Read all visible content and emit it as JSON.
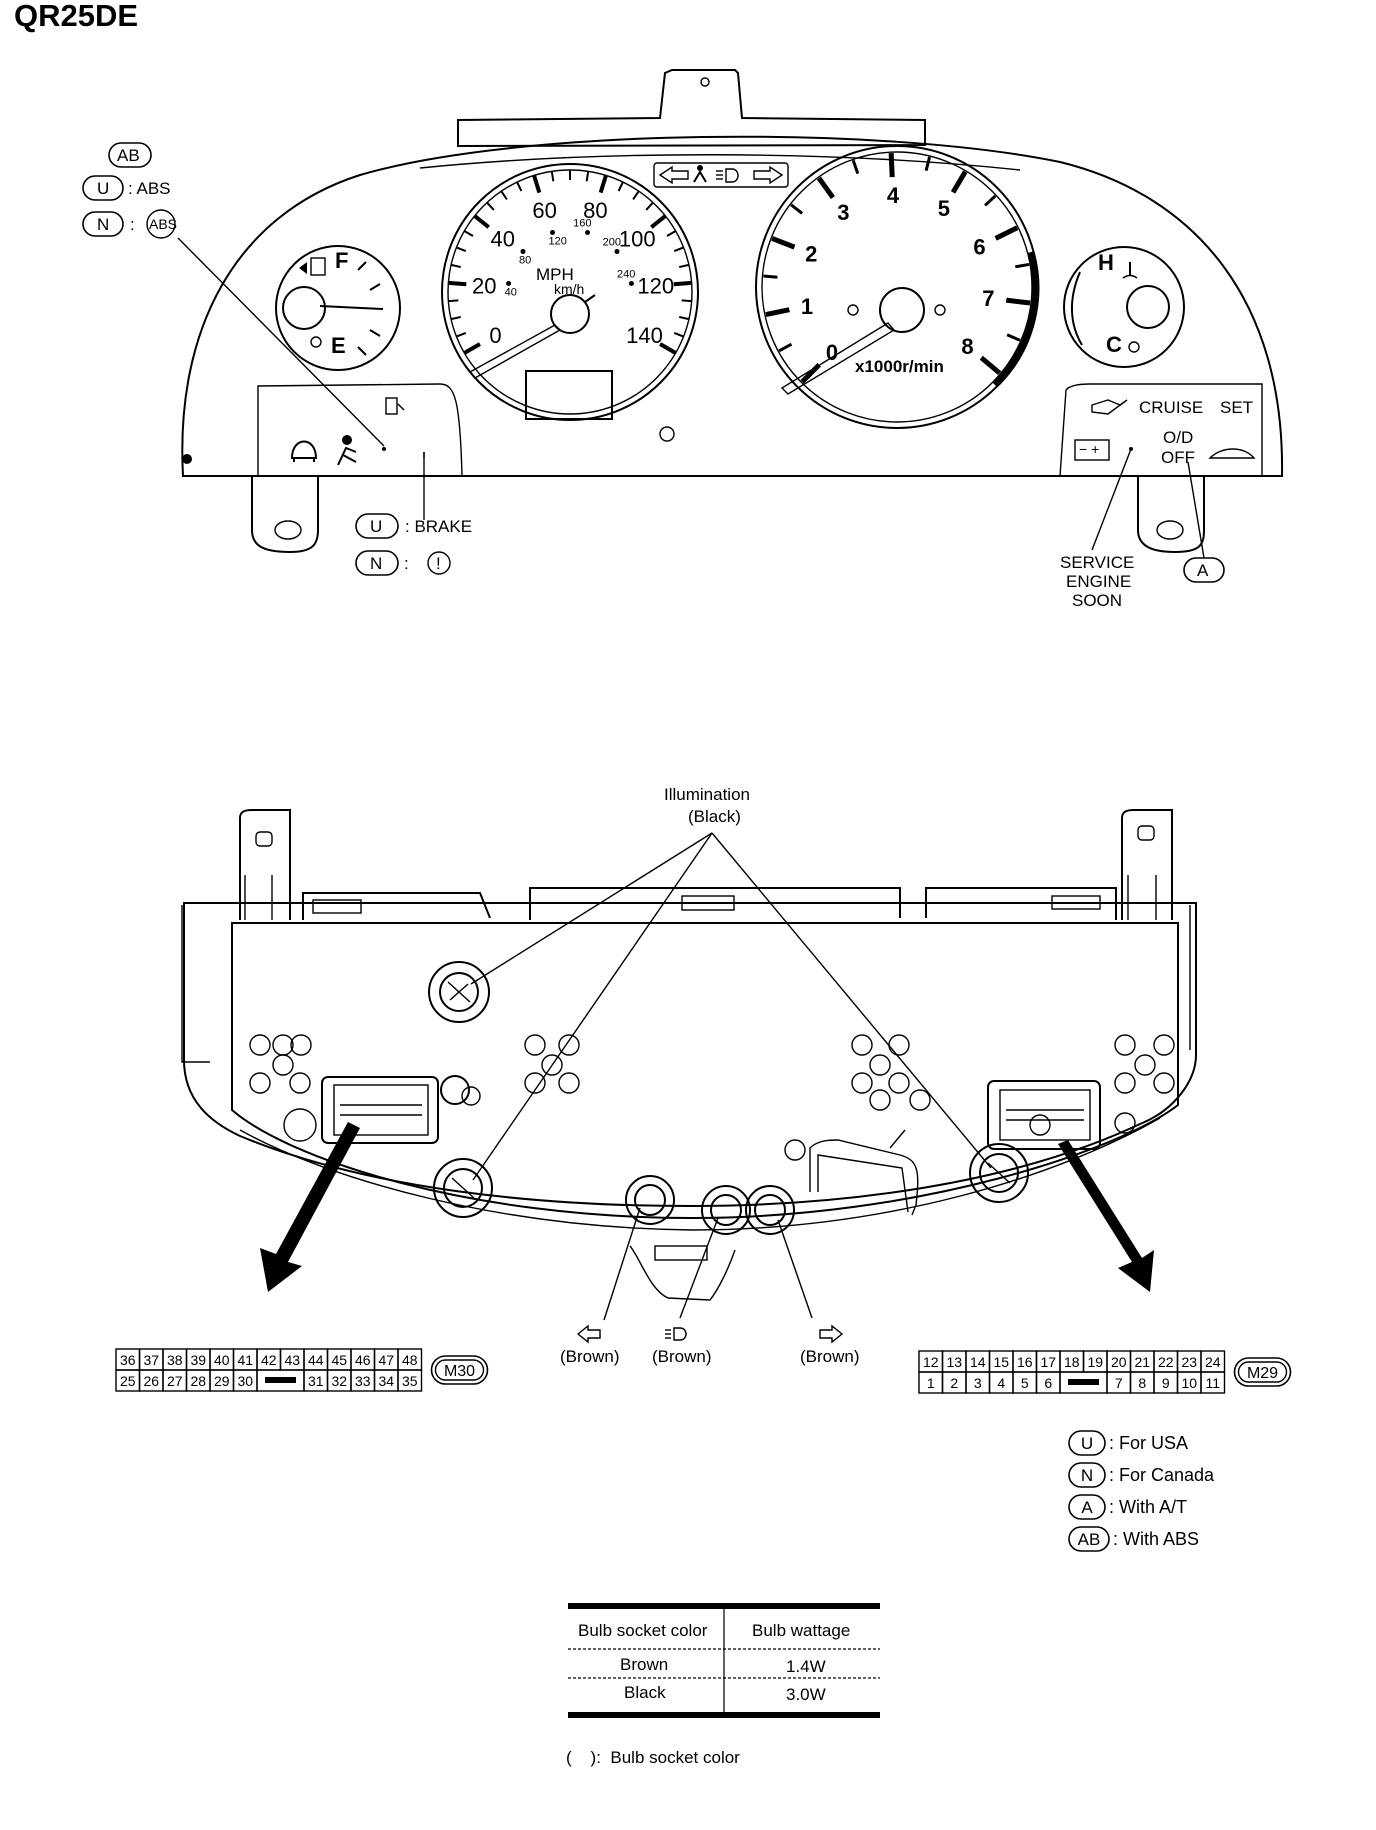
{
  "title": "QR25DE",
  "cluster": {
    "callouts": {
      "ab": "AB",
      "u_abs_code": "U",
      "u_abs_text": ": ABS",
      "n_abs_code": "N",
      "n_abs_text": ":",
      "n_abs_symbol": "ABS",
      "u_brake_code": "U",
      "u_brake_text": ": BRAKE",
      "n_brake_code": "N",
      "n_brake_text": ":",
      "n_brake_symbol": "!",
      "service_line1": "SERVICE",
      "service_line2": "ENGINE",
      "service_line3": "SOON",
      "a_code": "A"
    },
    "fuel": {
      "full": "F",
      "empty": "E"
    },
    "temp": {
      "hot": "H",
      "cold": "C"
    },
    "speedo": {
      "unit": "MPH",
      "sub_unit": "km/h",
      "mph_ticks": [
        "0",
        "20",
        "40",
        "60",
        "80",
        "100",
        "120",
        "140"
      ],
      "kmh_ticks": [
        "40",
        "80",
        "120",
        "160",
        "200",
        "240"
      ]
    },
    "tacho": {
      "ticks": [
        "0",
        "1",
        "2",
        "3",
        "4",
        "5",
        "6",
        "7",
        "8"
      ],
      "unit": "x1000r/min"
    },
    "indicators": {
      "cruise": "CRUISE",
      "set": "SET",
      "od_line1": "O/D",
      "od_line2": "OFF"
    }
  },
  "back": {
    "illumination": "Illumination",
    "illumination_color": "(Black)",
    "brown_left": "(Brown)",
    "brown_mid": "(Brown)",
    "brown_right": "(Brown)"
  },
  "connectors": {
    "m30": {
      "name": "M30",
      "top": [
        "36",
        "37",
        "38",
        "39",
        "40",
        "41",
        "42",
        "43",
        "44",
        "45",
        "46",
        "47",
        "48"
      ],
      "bottom": [
        "25",
        "26",
        "27",
        "28",
        "29",
        "30",
        "31",
        "32",
        "33",
        "34",
        "35"
      ]
    },
    "m29": {
      "name": "M29",
      "top": [
        "12",
        "13",
        "14",
        "15",
        "16",
        "17",
        "18",
        "19",
        "20",
        "21",
        "22",
        "23",
        "24"
      ],
      "bottom": [
        "1",
        "2",
        "3",
        "4",
        "5",
        "6",
        "7",
        "8",
        "9",
        "10",
        "11"
      ]
    }
  },
  "legend": [
    {
      "code": "U",
      "text": ": For USA"
    },
    {
      "code": "N",
      "text": ": For Canada"
    },
    {
      "code": "A",
      "text": ": With A/T"
    },
    {
      "code": "AB",
      "text": ": With ABS"
    }
  ],
  "table": {
    "headers": [
      "Bulb socket color",
      "Bulb wattage"
    ],
    "rows": [
      [
        "Brown",
        "1.4W"
      ],
      [
        "Black",
        "3.0W"
      ]
    ]
  },
  "footnote": "(    ):  Bulb socket color"
}
